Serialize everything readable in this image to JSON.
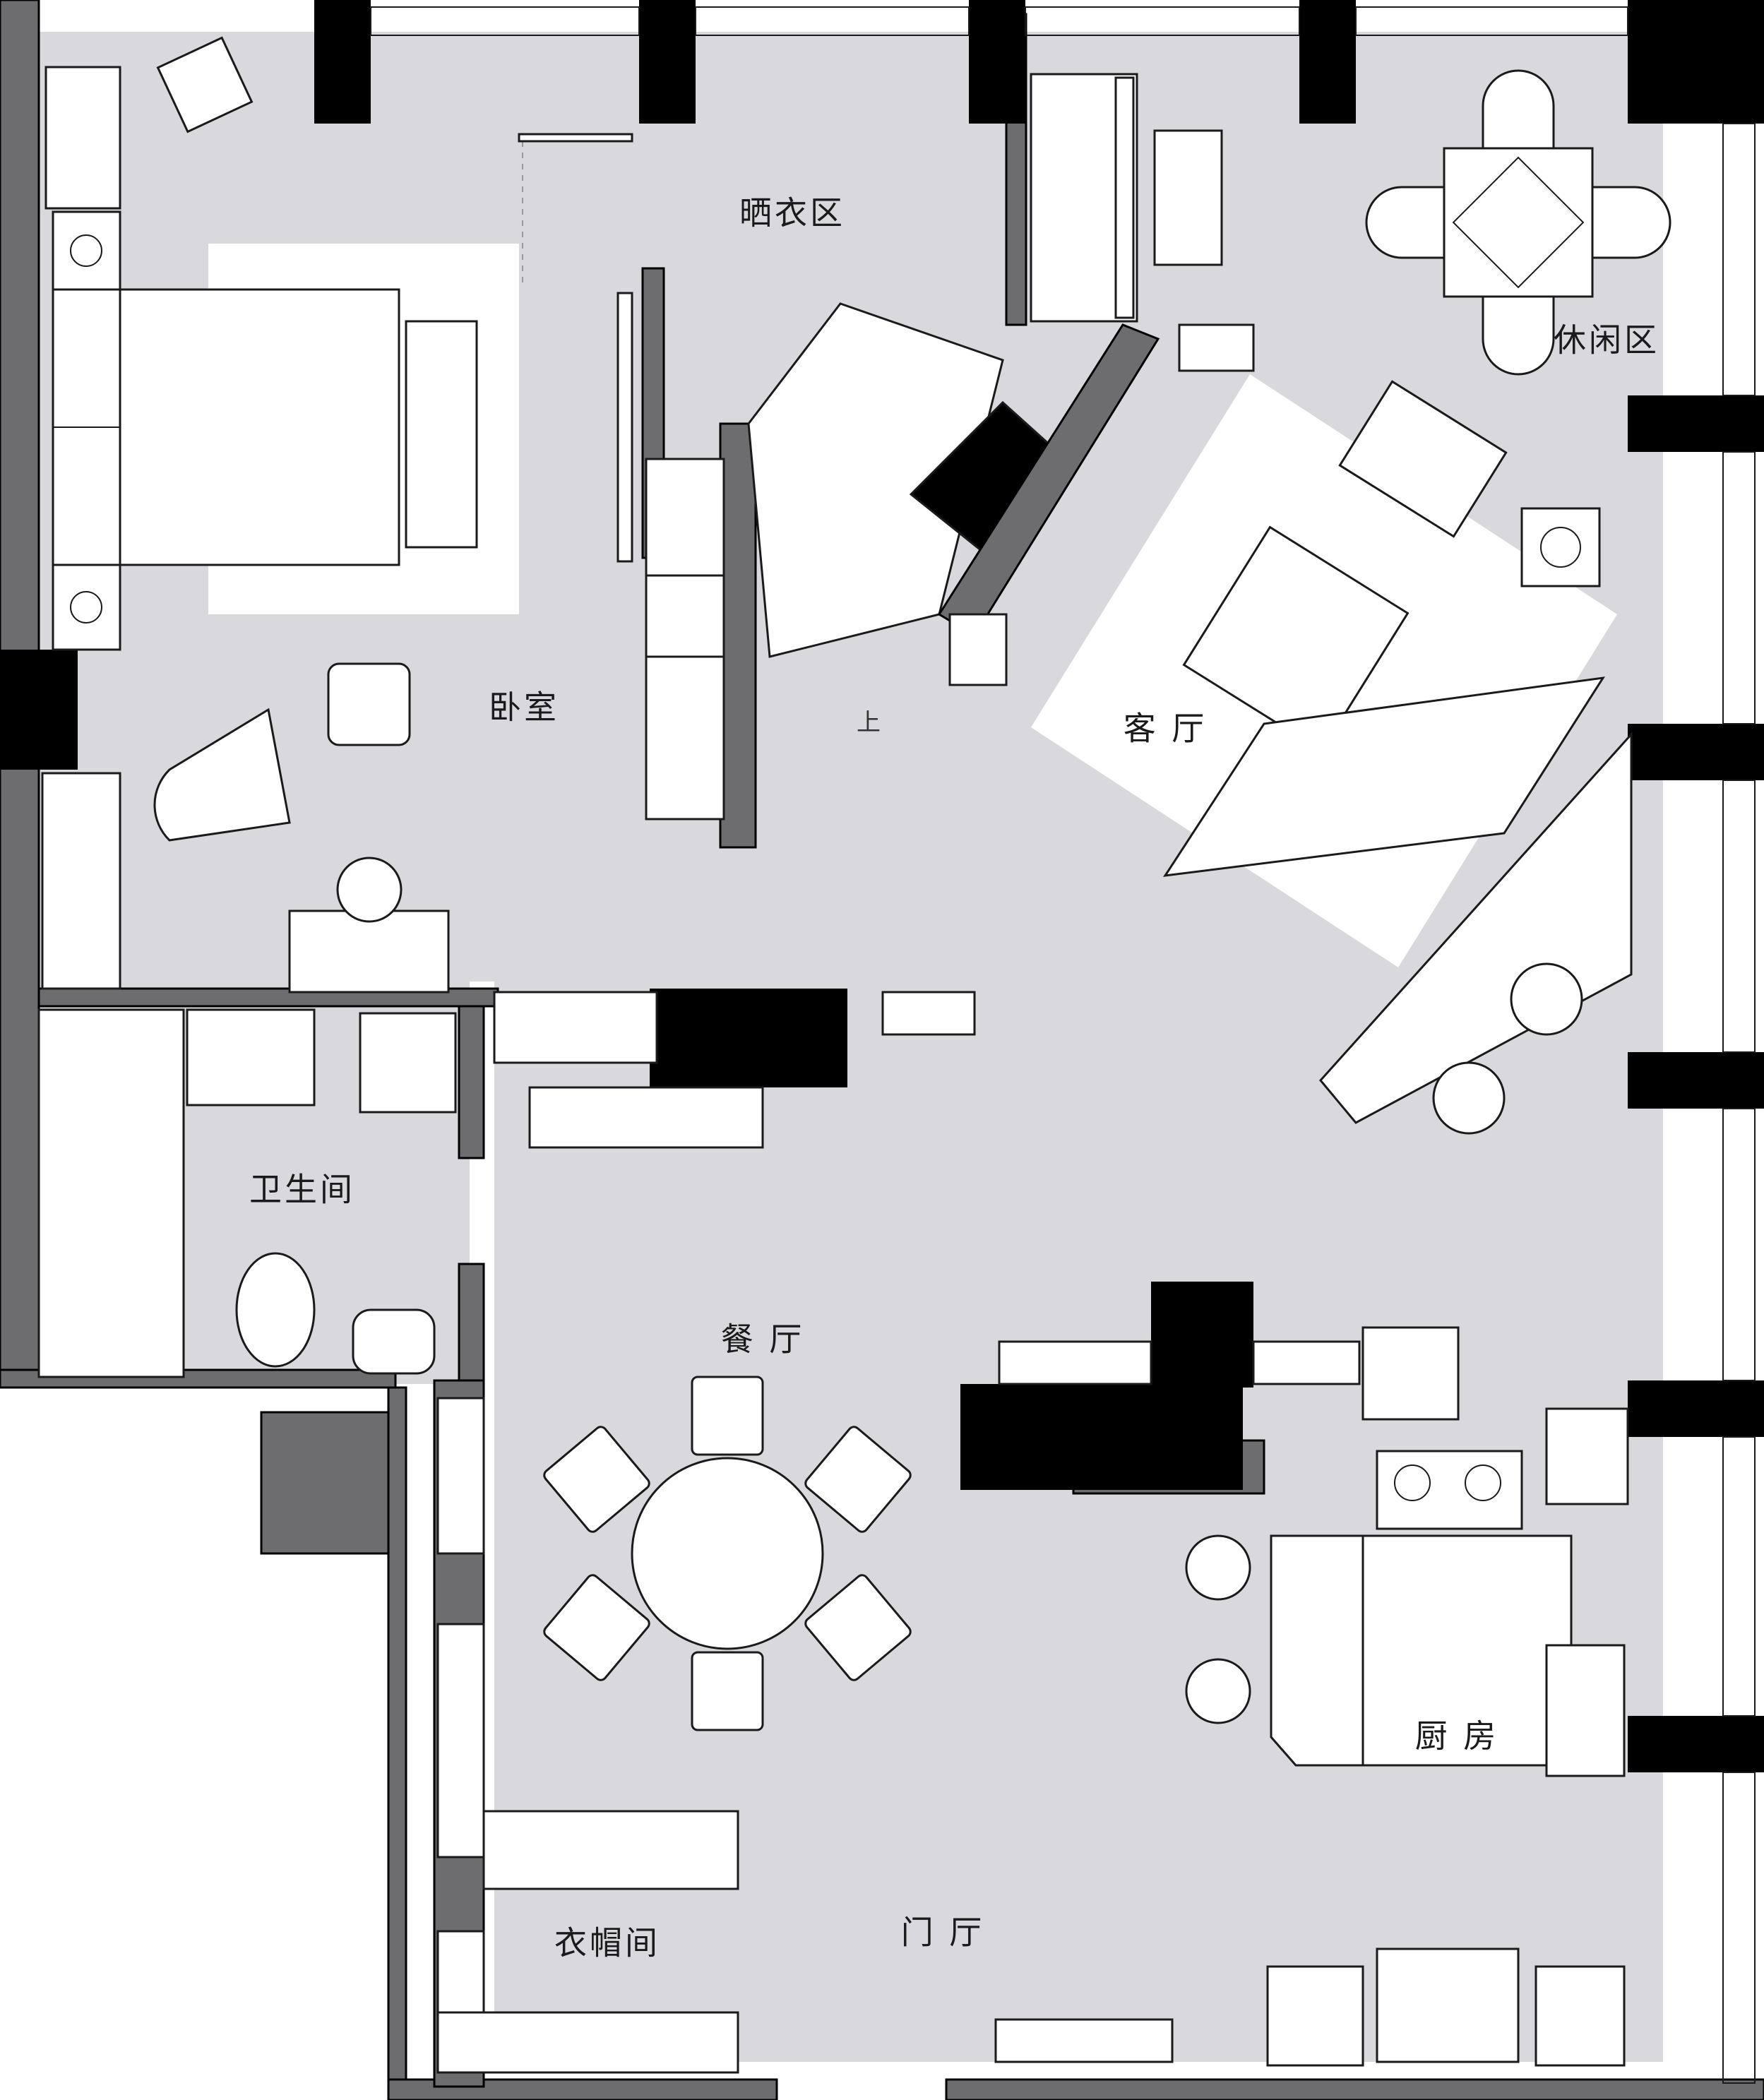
{
  "rooms": {
    "bedroom": "卧室",
    "drying_area": "晒衣区",
    "living_room": "客 厅",
    "leisure_area": "休闲区",
    "bathroom": "卫生间",
    "dining_room": "餐 厅",
    "kitchen": "厨 房",
    "cloakroom": "衣帽间",
    "foyer": "门 厅"
  },
  "stairs": {
    "up_label": "上"
  },
  "colors": {
    "floor": "#d9d8dc",
    "wall": "#6d6d6f",
    "column": "#000000",
    "furniture": "#ffffff"
  }
}
